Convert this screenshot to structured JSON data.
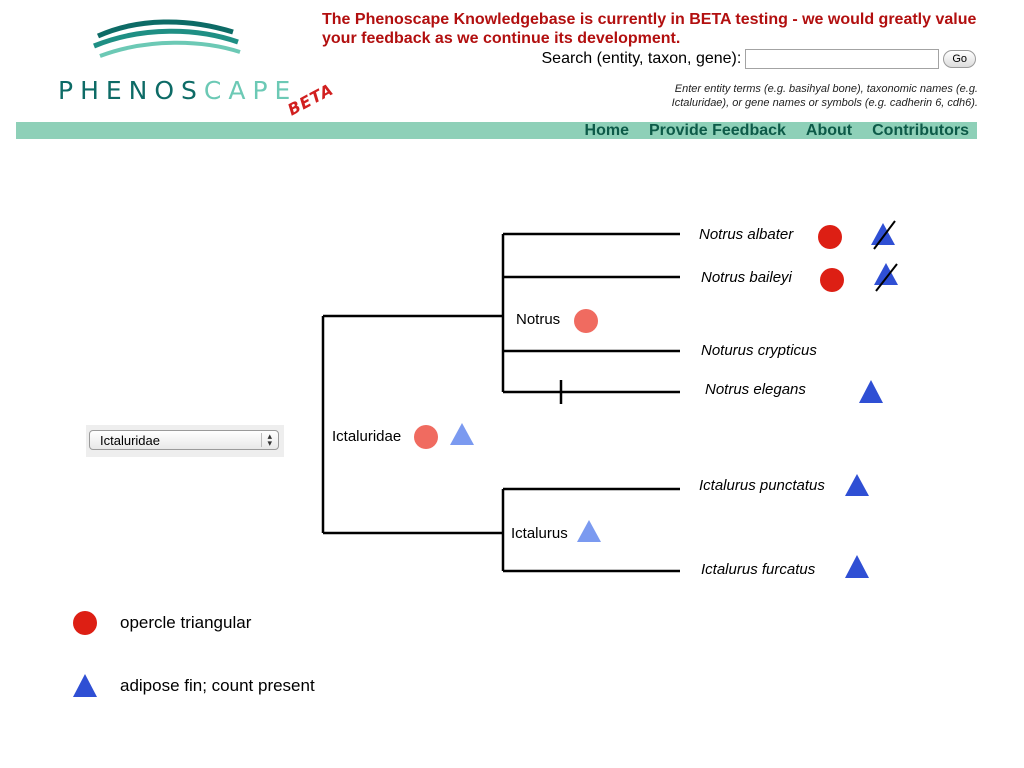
{
  "header": {
    "logo_text_dark": "PHENOS",
    "logo_text_light": "CAPE",
    "beta_stamp": "BETA",
    "beta_notice": "The Phenoscape Knowledgebase is currently in BETA testing - we would greatly value your feedback as we continue its development.",
    "search": {
      "label": "Search (entity, taxon, gene):",
      "value": "",
      "placeholder": "",
      "button_label": "Go"
    },
    "hint": "Enter entity terms (e.g. basihyal bone), taxonomic names (e.g. Ictaluridae), or gene names or symbols (e.g. cadherin 6, cdh6)."
  },
  "nav": {
    "items": [
      "Home",
      "Provide Feedback",
      "About",
      "Contributors"
    ]
  },
  "taxon_select": {
    "selected": "Ictaluridae"
  },
  "tree": {
    "nodes": {
      "ictaluridae": "Ictaluridae",
      "notrus": "Notrus",
      "ictalurus": "Ictalurus"
    },
    "leaves": [
      "Notrus albater",
      "Notrus baileyi",
      "Noturus crypticus",
      "Notrus elegans",
      "Ictalurus punctatus",
      "Ictalurus furcatus"
    ]
  },
  "legend": {
    "items": [
      {
        "label": "opercle triangular",
        "symbol": "circle",
        "color": "#dd1f14"
      },
      {
        "label": "adipose fin; count present",
        "symbol": "triangle",
        "color": "#2f4fd4"
      }
    ]
  },
  "colors": {
    "nav_bar": "#8ed0b8",
    "banner_text": "#b20f0f",
    "opercle_present": "#dd1f14",
    "opercle_inferred": "#f06b60",
    "adipose_present": "#2f4fd4",
    "adipose_inferred": "#7b9af0"
  }
}
